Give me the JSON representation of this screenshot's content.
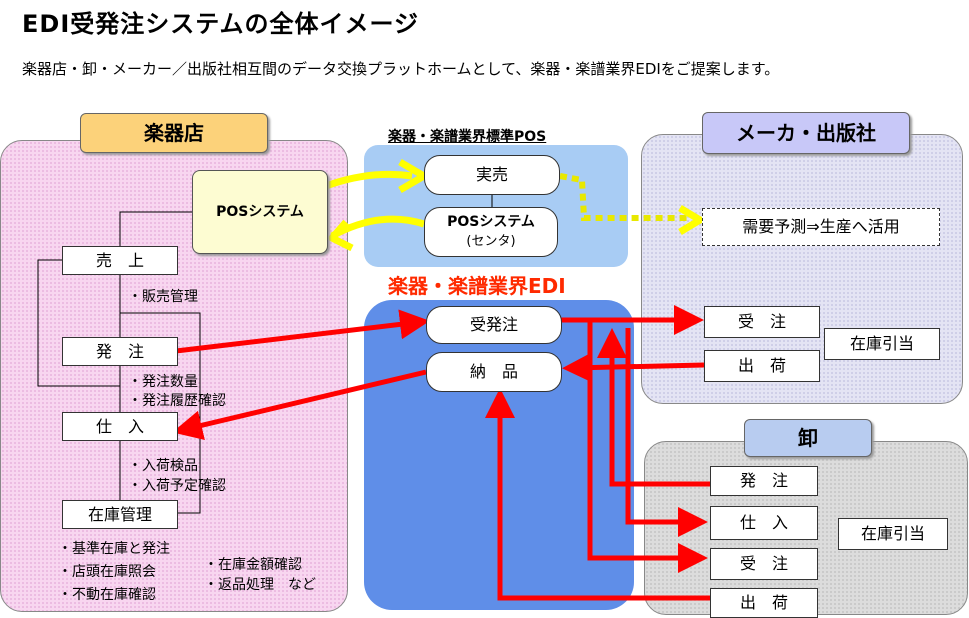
{
  "title": "EDI受発注システムの全体イメージ",
  "subtitle": "楽器店・卸・メーカー／出版社相互間のデータ交換プラットホームとして、楽器・楽譜業界EDIをご提案します。",
  "store": {
    "header": "楽器店",
    "pos_system": "POSシステム",
    "flow": [
      "売　上",
      "発　注",
      "仕　入",
      "在庫管理"
    ],
    "notes": {
      "sales": "・販売管理",
      "order": [
        "・発注数量",
        "・発注履歴確認"
      ],
      "purchase": [
        "・入荷検品",
        "・入荷予定確認"
      ],
      "inventory_left": [
        "・基準在庫と発注",
        "・店頭在庫照会",
        "・不動在庫確認"
      ],
      "inventory_right": [
        "・在庫金額確認",
        "・返品処理　など"
      ]
    }
  },
  "pos_center": {
    "label": "楽器・楽譜業界標準POS",
    "actual_sales": "実売",
    "pos_center_line1": "POSシステム",
    "pos_center_line2": "(センタ)"
  },
  "edi": {
    "label": "楽器・楽譜業界EDI",
    "order": "受発注",
    "delivery": "納　品"
  },
  "maker": {
    "header": "メーカ・出版社",
    "forecast": "需要予測⇒生産へ活用",
    "receive_order": "受　注",
    "shipment": "出　荷",
    "allocation": "在庫引当"
  },
  "wholesale": {
    "header": "卸",
    "order": "発　注",
    "purchase": "仕　入",
    "receive_order": "受　注",
    "shipment": "出　荷",
    "allocation": "在庫引当"
  },
  "colors": {
    "red_arrow": "#ff0000",
    "yellow_arrow": "#ffff00",
    "store_header": "#fcd27a",
    "maker_header": "#c8c8f8",
    "wholesale_header": "#b8ccf0",
    "edi_label": "#ff2a00"
  }
}
